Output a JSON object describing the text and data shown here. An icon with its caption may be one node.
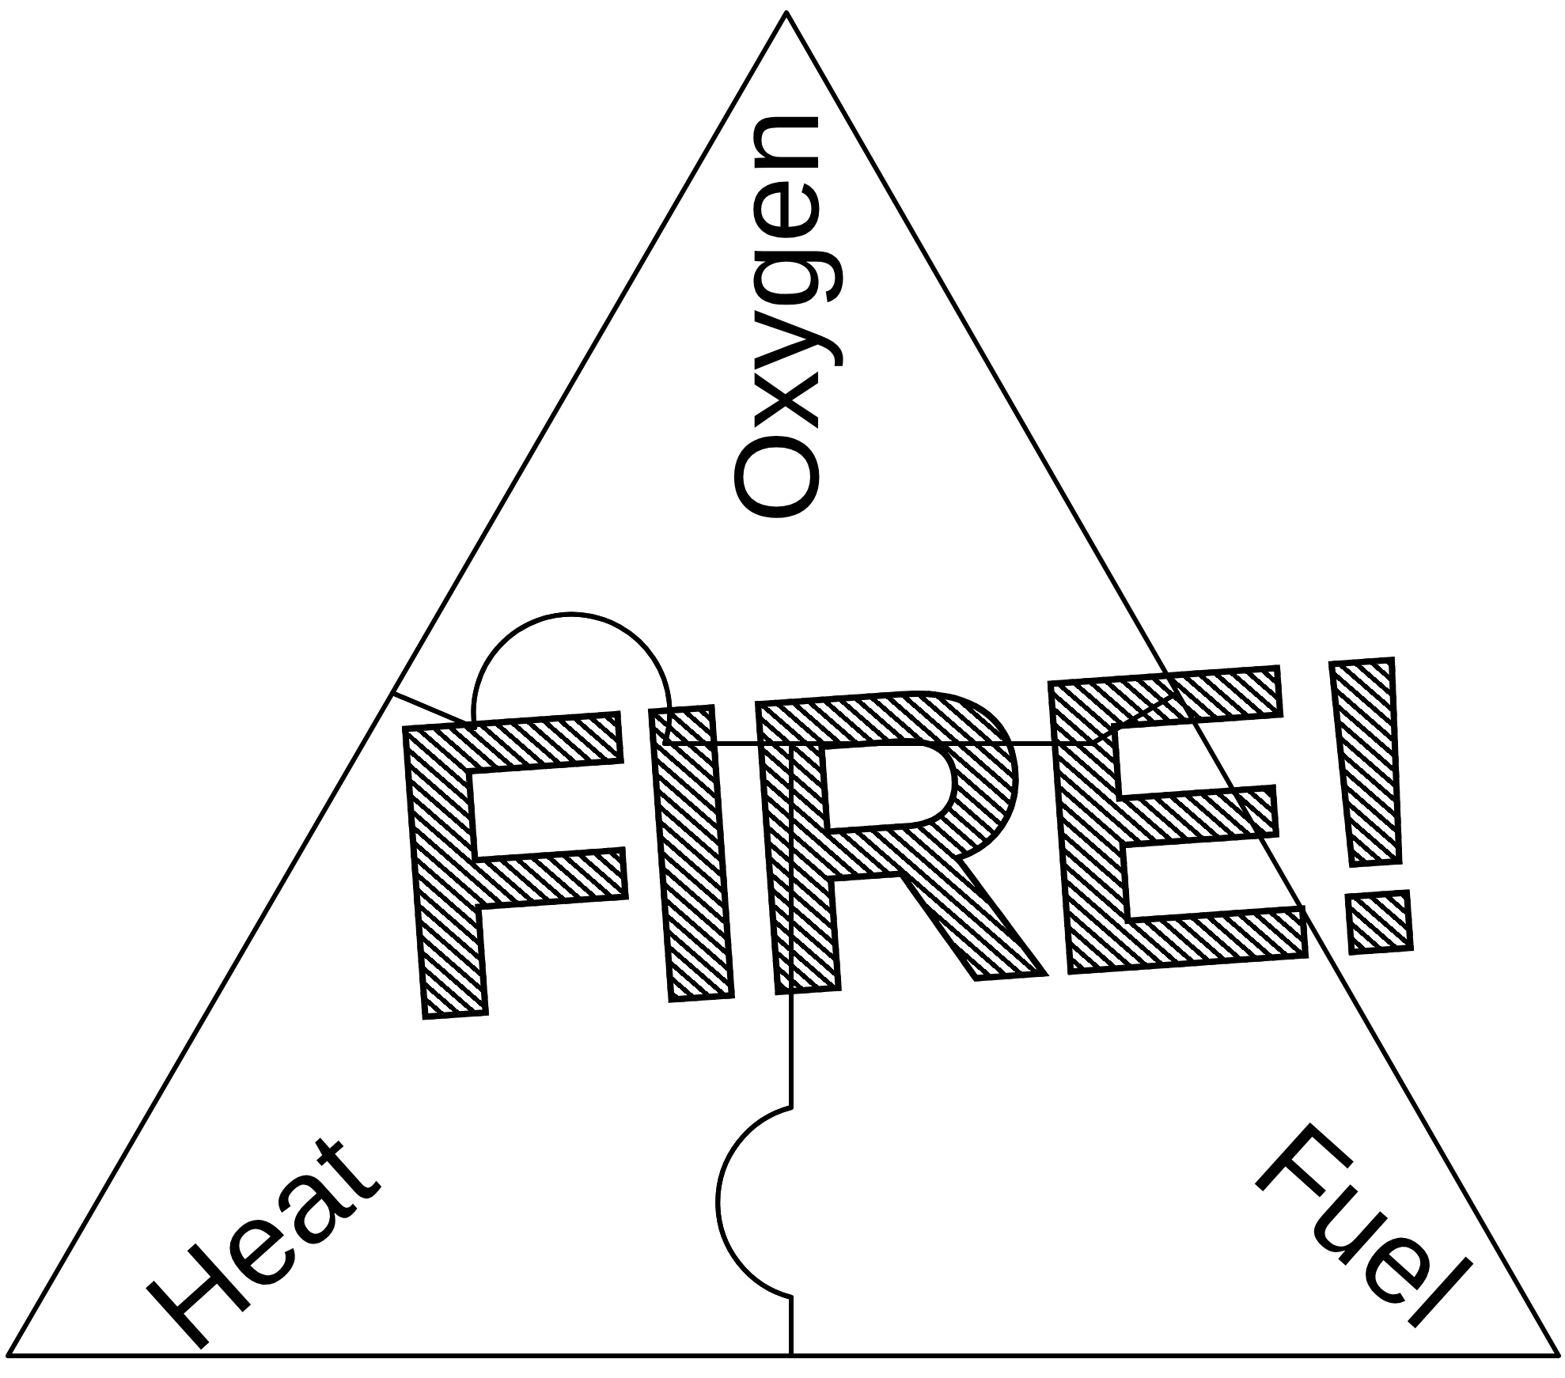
{
  "diagram": {
    "nodes": [
      {
        "text": [
          "Oxygen"
        ]
      },
      {
        "text": [
          "Heat"
        ]
      },
      {
        "text": [
          "Fuel"
        ]
      }
    ],
    "labels": [
      "FIRE!"
    ]
  }
}
